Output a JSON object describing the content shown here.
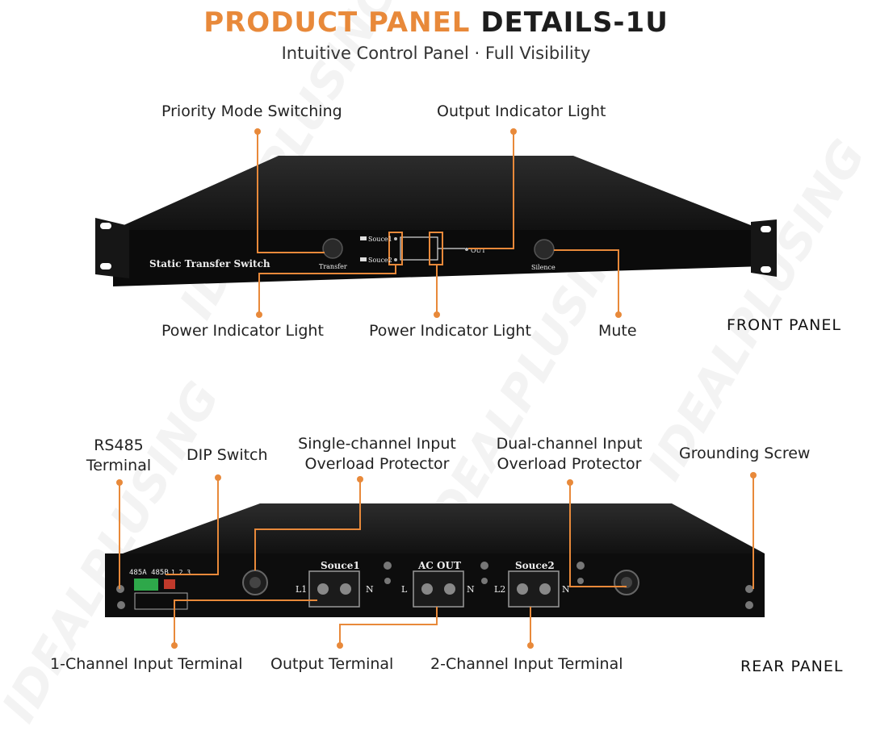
{
  "header": {
    "title_accent": "PRODUCT PANEL",
    "title_dark": "DETAILS-1U",
    "subtitle": "Intuitive Control Panel · Full Visibility"
  },
  "watermark": "IDEALPLUSING",
  "colors": {
    "accent": "#e8893a",
    "device": "#111111"
  },
  "front": {
    "panel_label": "FRONT PANEL",
    "device_text": "Static Transfer Switch",
    "button_transfer": "Transfer",
    "button_silence": "Silence",
    "source1": "Souce1",
    "source2": "Souce2",
    "out": "OUT",
    "callouts": {
      "priority_mode": "Priority Mode Switching",
      "output_indicator": "Output Indicator Light",
      "power_indicator_1": "Power Indicator Light",
      "power_indicator_2": "Power Indicator Light",
      "mute": "Mute"
    }
  },
  "rear": {
    "panel_label": "REAR PANEL",
    "labels": {
      "rs485": "485A 485B",
      "dip_numbers": "1 2 3",
      "souce1": "Souce1",
      "ac_out": "AC OUT",
      "souce2": "Souce2",
      "l1": "L1",
      "l": "L",
      "l2": "L2",
      "n": "N"
    },
    "callouts": {
      "rs485_terminal_line1": "RS485",
      "rs485_terminal_line2": "Terminal",
      "dip_switch": "DIP Switch",
      "single_overload_line1": "Single-channel Input",
      "single_overload_line2": "Overload Protector",
      "dual_overload_line1": "Dual-channel Input",
      "dual_overload_line2": "Overload Protector",
      "grounding_screw": "Grounding Screw",
      "ch1_input": "1-Channel Input Terminal",
      "output_terminal": "Output Terminal",
      "ch2_input": "2-Channel Input Terminal"
    }
  }
}
